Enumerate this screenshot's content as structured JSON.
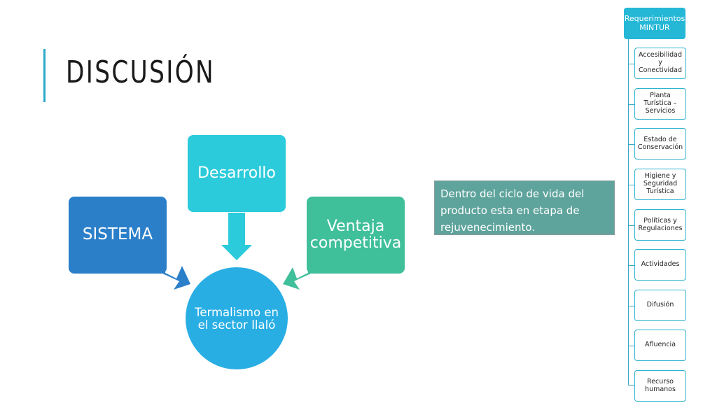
{
  "slide": {
    "title": "DISCUSIÓN"
  },
  "diagram": {
    "nodes": {
      "sistema": {
        "label": "SISTEMA",
        "color": "#2b7fc9"
      },
      "desarrollo": {
        "label": "Desarrollo",
        "color": "#2ccbdb"
      },
      "ventaja": {
        "label": "Ventaja competitiva",
        "color": "#3fbf9a"
      },
      "center": {
        "label": "Termalismo en el sector Ilaló",
        "color": "#29aee4"
      }
    },
    "arrow_colors": {
      "sistema": "#2b7fc9",
      "desarrollo": "#2ccbdb",
      "ventaja": "#3fbf9a"
    }
  },
  "note": {
    "text": "Dentro del ciclo de vida del producto esta en etapa de rejuvenecimiento."
  },
  "requirements": {
    "root": "Requerimientos MINTUR",
    "items": [
      "Accesibilidad y Conectividad",
      "Planta Turística – Servicios",
      "Estado de Conservación",
      "Higiene y Seguridad Turística",
      "Políticas y Regulaciones",
      "Actividades",
      "Difusión",
      "Afluencia",
      "Recurso humanos"
    ]
  }
}
